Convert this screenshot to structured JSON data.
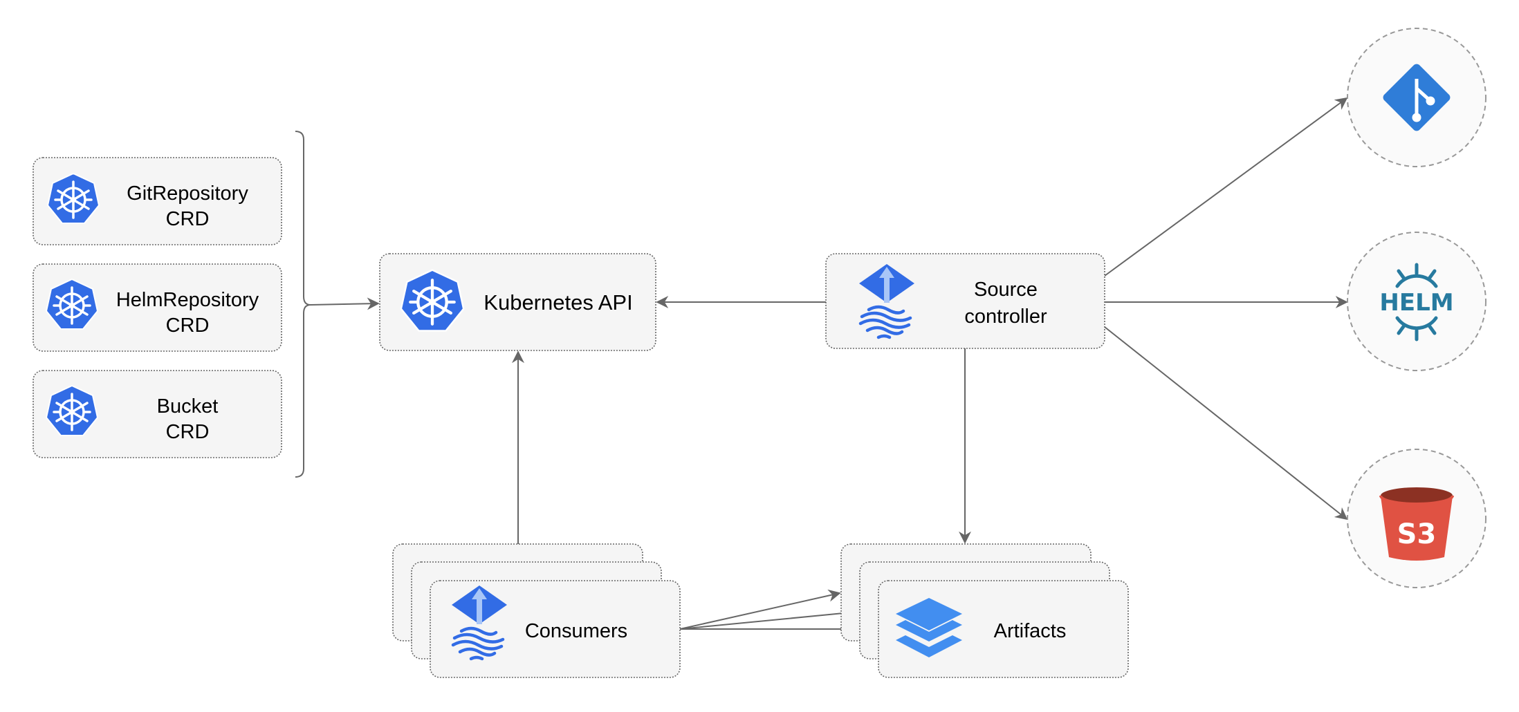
{
  "crds": [
    {
      "line1": "GitRepository",
      "line2": "CRD",
      "icon": "kubernetes-icon"
    },
    {
      "line1": "HelmRepository",
      "line2": "CRD",
      "icon": "kubernetes-icon"
    },
    {
      "line1": "Bucket",
      "line2": "CRD",
      "icon": "kubernetes-icon"
    }
  ],
  "kubernetes_api": {
    "label": "Kubernetes API",
    "icon": "kubernetes-icon"
  },
  "source_controller": {
    "line1": "Source",
    "line2": "controller",
    "icon": "flux-icon"
  },
  "consumers": {
    "label": "Consumers",
    "icon": "flux-icon"
  },
  "artifacts": {
    "label": "Artifacts",
    "icon": "layers-icon"
  },
  "sources": [
    {
      "name": "git",
      "icon": "git-icon"
    },
    {
      "name": "helm",
      "icon": "helm-icon",
      "logo_text": "HELM"
    },
    {
      "name": "s3",
      "icon": "s3-bucket-icon",
      "logo_text": "S3"
    }
  ],
  "colors": {
    "kubernetes_blue": "#326ce5",
    "flux_blue": "#3b74e4",
    "git_blue": "#2f7dd8",
    "helm_teal": "#277a9f",
    "s3_red": "#e05243",
    "s3_dark": "#8c3123",
    "layers_blue": "#428ef0",
    "edge": "#666666",
    "box_fill": "#f5f5f5"
  }
}
